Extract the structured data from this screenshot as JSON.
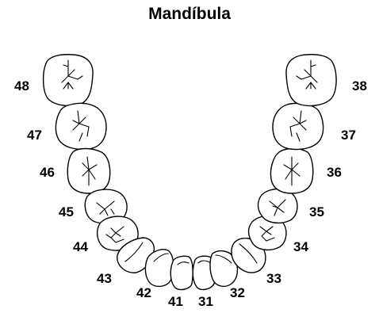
{
  "title": "Mandíbula",
  "teeth": {
    "t48": "48",
    "t47": "47",
    "t46": "46",
    "t45": "45",
    "t44": "44",
    "t43": "43",
    "t42": "42",
    "t41": "41",
    "t31": "31",
    "t32": "32",
    "t33": "33",
    "t34": "34",
    "t35": "35",
    "t36": "36",
    "t37": "37",
    "t38": "38"
  }
}
